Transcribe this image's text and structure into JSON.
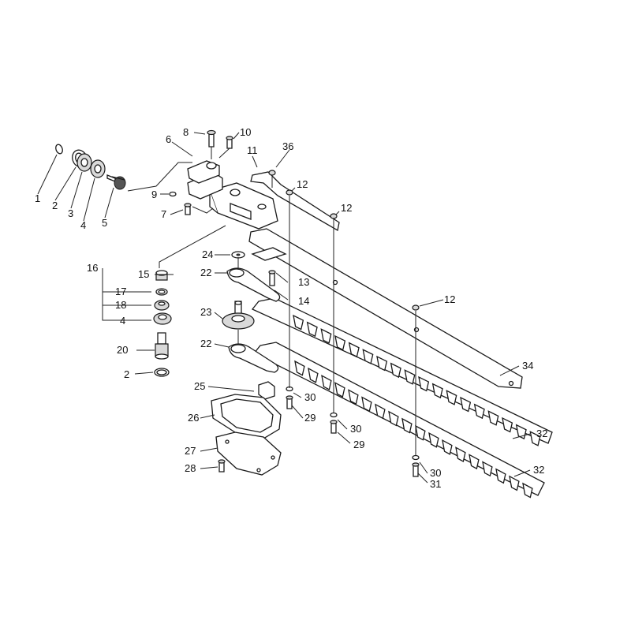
{
  "colors": {
    "line": "#1a1a1a",
    "fill": "#ffffff",
    "shade": "#d9d9d9",
    "background": "#ffffff"
  },
  "callouts": {
    "c1": "1",
    "c2a": "2",
    "c2b": "2",
    "c3": "3",
    "c4a": "4",
    "c4b": "4",
    "c5": "5",
    "c6": "6",
    "c7": "7",
    "c8": "8",
    "c9": "9",
    "c10": "10",
    "c11": "11",
    "c12a": "12",
    "c12b": "12",
    "c12c": "12",
    "c13": "13",
    "c14": "14",
    "c15": "15",
    "c16": "16",
    "c17": "17",
    "c18": "18",
    "c20": "20",
    "c22a": "22",
    "c22b": "22",
    "c23": "23",
    "c24": "24",
    "c25": "25",
    "c26": "26",
    "c27": "27",
    "c28": "28",
    "c29a": "29",
    "c29b": "29",
    "c30a": "30",
    "c30b": "30",
    "c30c": "30",
    "c31": "31",
    "c32a": "32",
    "c32b": "32",
    "c34": "34",
    "c36": "36"
  }
}
